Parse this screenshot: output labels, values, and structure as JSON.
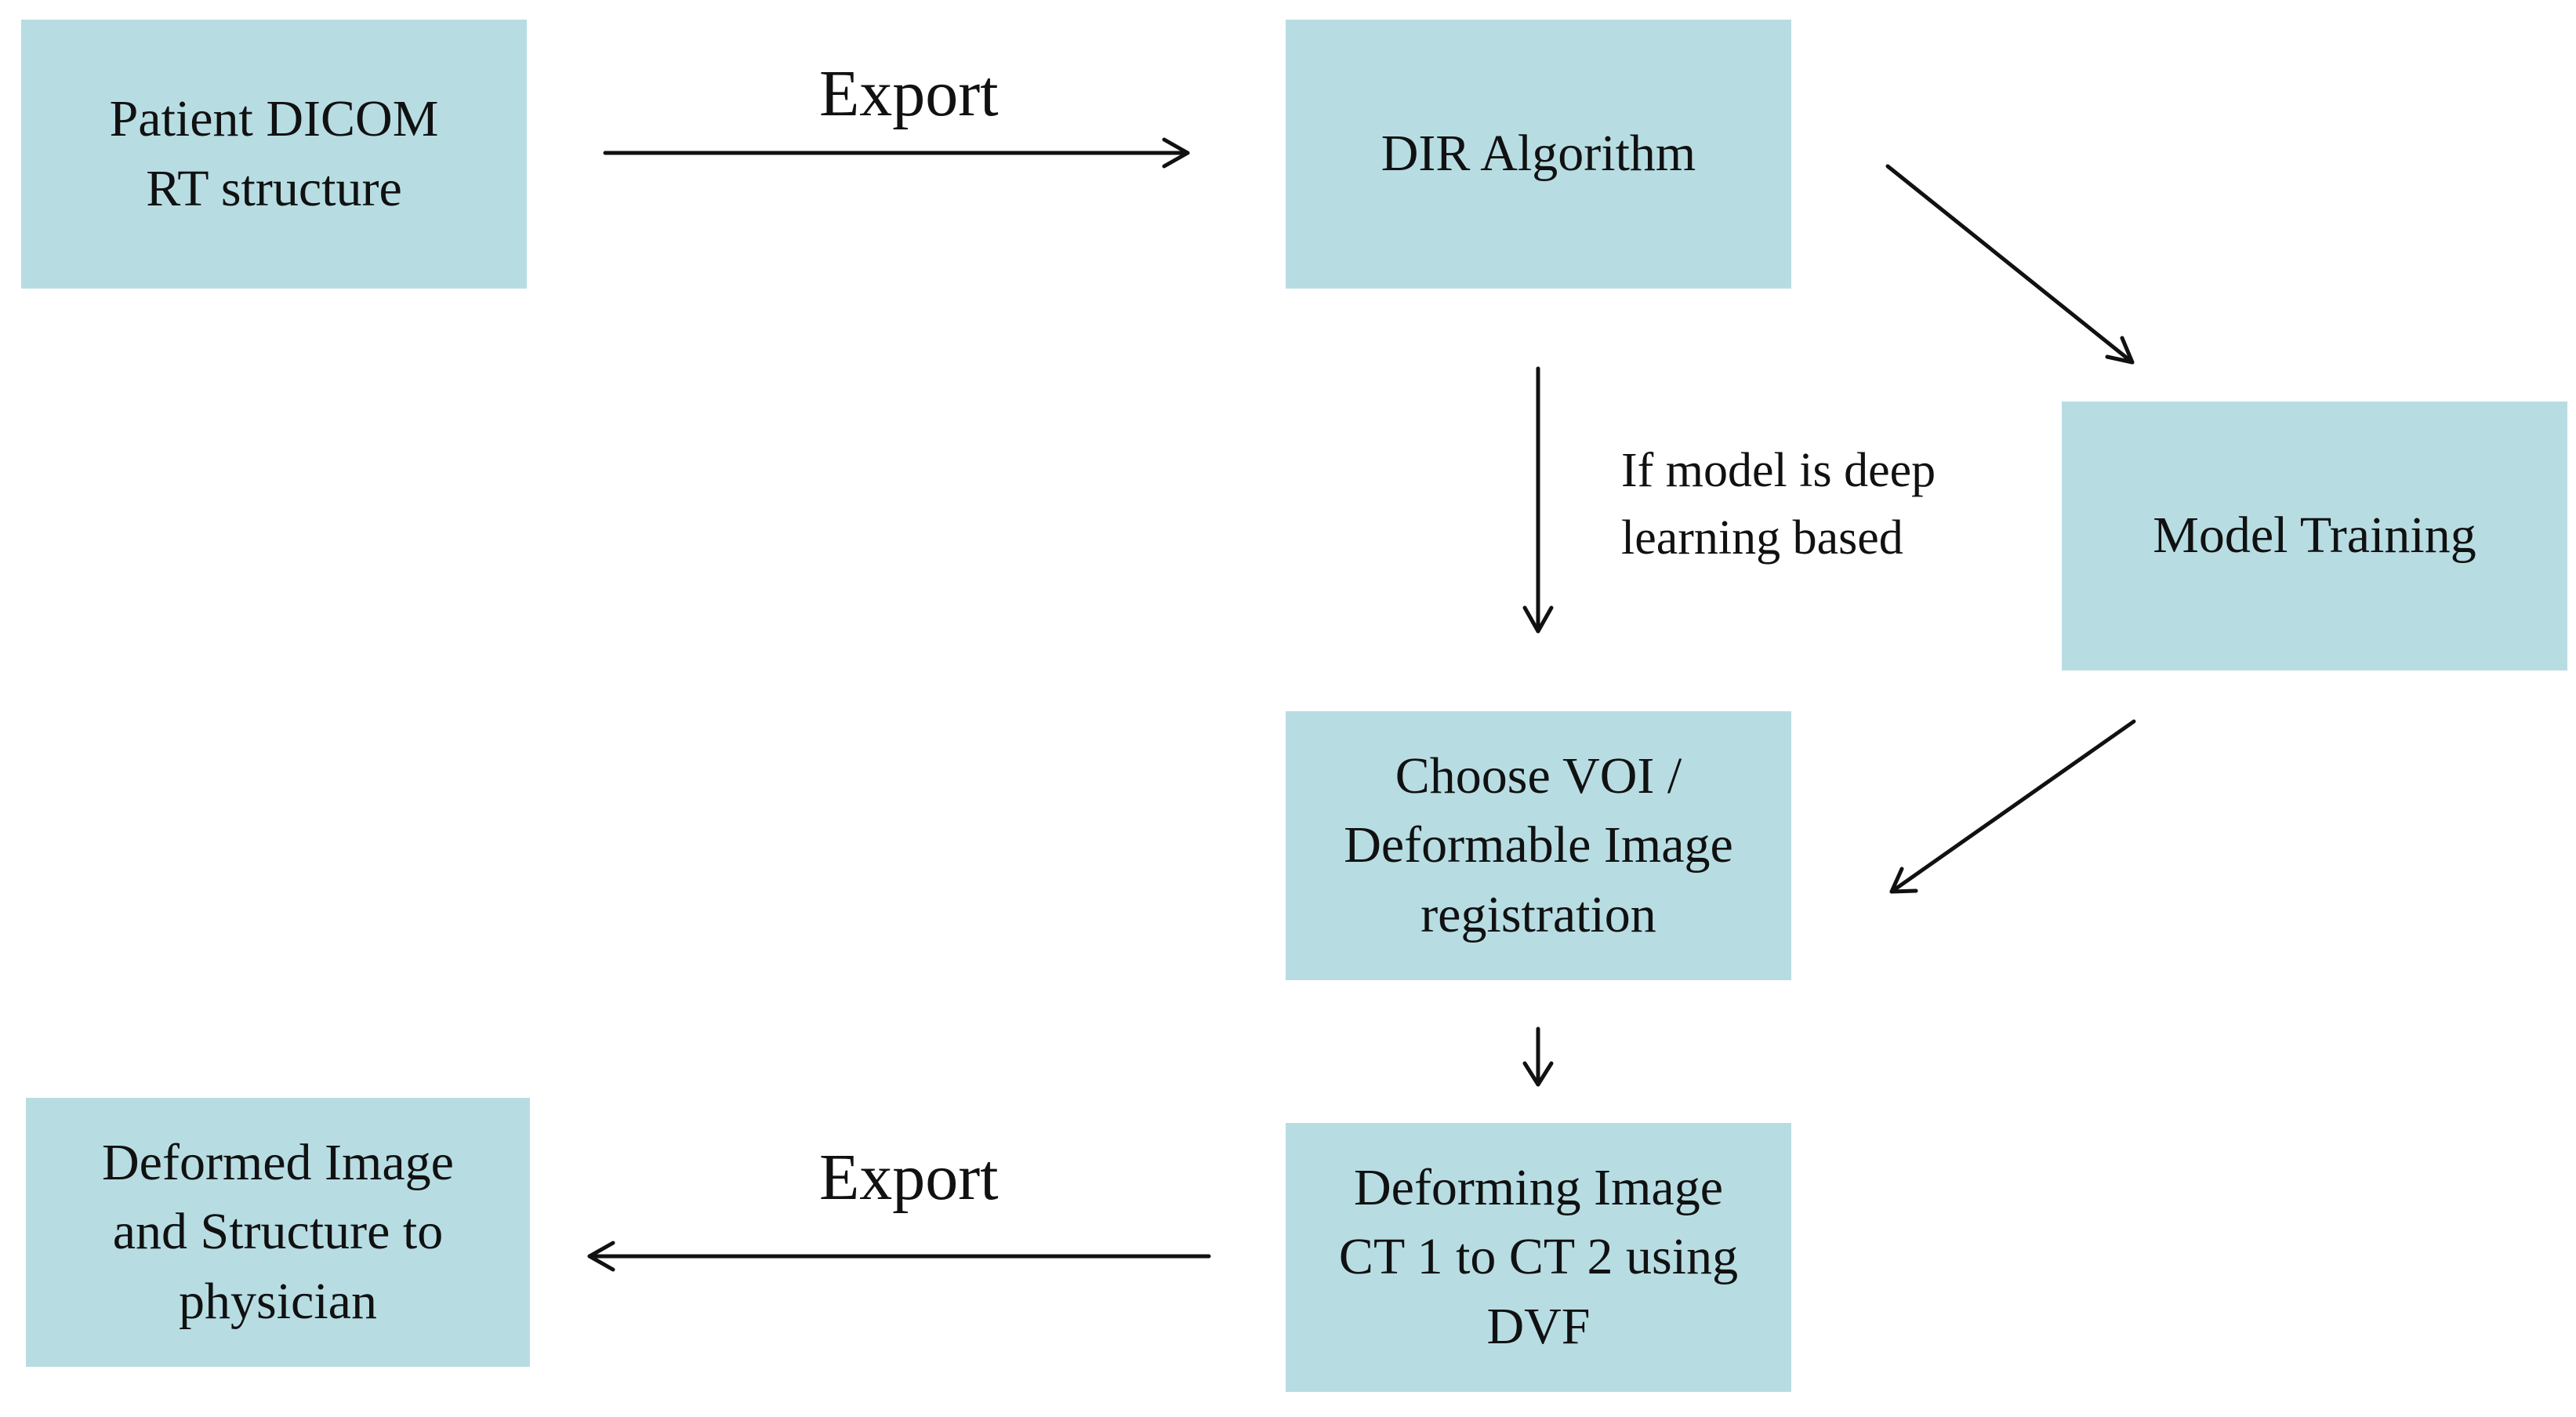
{
  "colors": {
    "box_fill": "#b7dde3",
    "arrow": "#111111",
    "text": "#111111"
  },
  "nodes": {
    "patient_dicom": {
      "lines": [
        "Patient DICOM",
        "RT structure"
      ]
    },
    "dir_algorithm": {
      "lines": [
        "DIR Algorithm"
      ]
    },
    "model_training": {
      "lines": [
        "Model Training"
      ]
    },
    "choose_voi": {
      "lines": [
        "Choose VOI /",
        "Deformable Image",
        "registration"
      ]
    },
    "deforming_image": {
      "lines": [
        "Deforming Image",
        "CT 1 to CT 2 using",
        "DVF"
      ]
    },
    "deformed_output": {
      "lines": [
        "Deformed Image",
        "and Structure to",
        "physician"
      ]
    }
  },
  "edges": [
    {
      "from": "patient_dicom",
      "to": "dir_algorithm",
      "label": "Export"
    },
    {
      "from": "dir_algorithm",
      "to": "model_training",
      "label": ""
    },
    {
      "from": "dir_algorithm",
      "to": "choose_voi",
      "label": "If model is deep learning based"
    },
    {
      "from": "model_training",
      "to": "choose_voi",
      "label": ""
    },
    {
      "from": "choose_voi",
      "to": "deforming_image",
      "label": ""
    },
    {
      "from": "deforming_image",
      "to": "deformed_output",
      "label": "Export"
    }
  ],
  "labels": {
    "export_top": "Export",
    "export_bottom": "Export",
    "condition": [
      "If model is deep",
      "learning based"
    ]
  }
}
